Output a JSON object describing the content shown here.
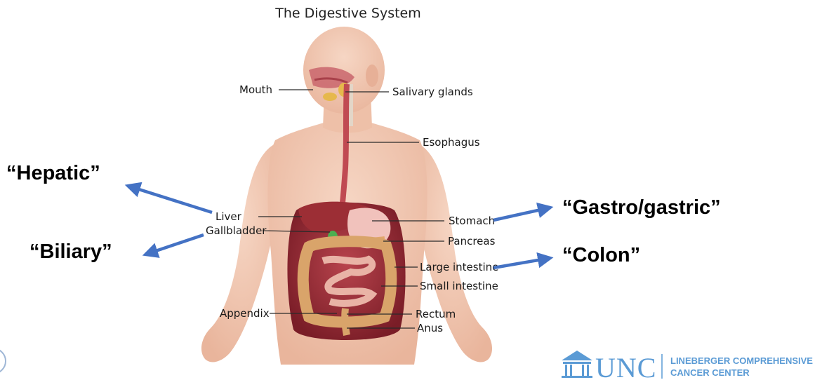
{
  "title": "The Digestive System",
  "labels": {
    "mouth": "Mouth",
    "salivary": "Salivary glands",
    "esophagus": "Esophagus",
    "liver": "Liver",
    "gallbladder": "Gallbladder",
    "stomach": "Stomach",
    "pancreas": "Pancreas",
    "large_intestine": "Large intestine",
    "small_intestine": "Small intestine",
    "appendix": "Appendix",
    "rectum": "Rectum",
    "anus": "Anus"
  },
  "terms": {
    "hepatic": "“Hepatic”",
    "biliary": "“Biliary”",
    "gastric": "“Gastro/gastric”",
    "colon": "“Colon”"
  },
  "logo": {
    "name": "UNC",
    "line1": "LINEBERGER COMPREHENSIVE",
    "line2": "CANCER CENTER"
  },
  "colors": {
    "arrow": "#4472c4",
    "skin": "#f2c9b3",
    "organ": "#8b2630",
    "intestine": "#d9a46a",
    "logo": "#5b9bd5"
  }
}
